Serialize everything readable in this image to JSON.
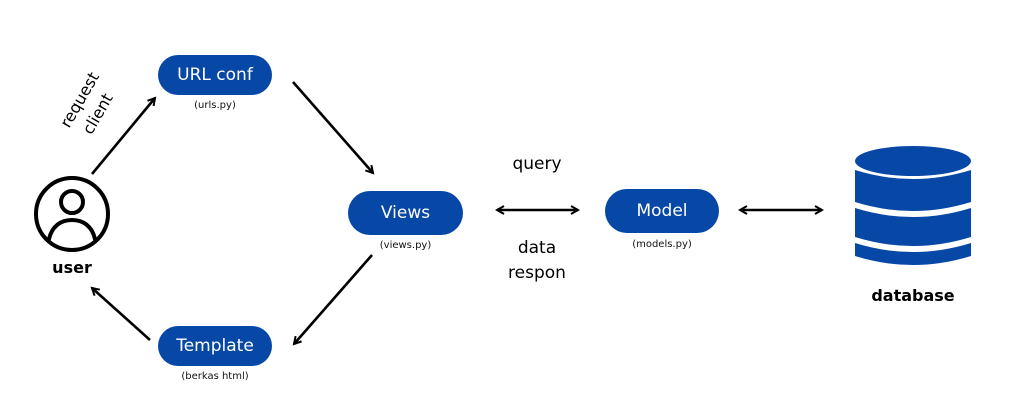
{
  "nodes": {
    "url_conf": {
      "label": "URL conf",
      "sub": "(urls.py)"
    },
    "views": {
      "label": "Views",
      "sub": "(views.py)"
    },
    "template": {
      "label": "Template",
      "sub": "(berkas html)"
    },
    "model": {
      "label": "Model",
      "sub": "(models.py)"
    },
    "user": {
      "label": "user"
    },
    "database": {
      "label": "database"
    }
  },
  "edge_labels": {
    "request_line1": "request",
    "request_line2": "client",
    "query": "query",
    "data_line1": "data",
    "data_line2": "respon"
  },
  "colors": {
    "accent": "#0747A6",
    "stroke": "#000000"
  }
}
